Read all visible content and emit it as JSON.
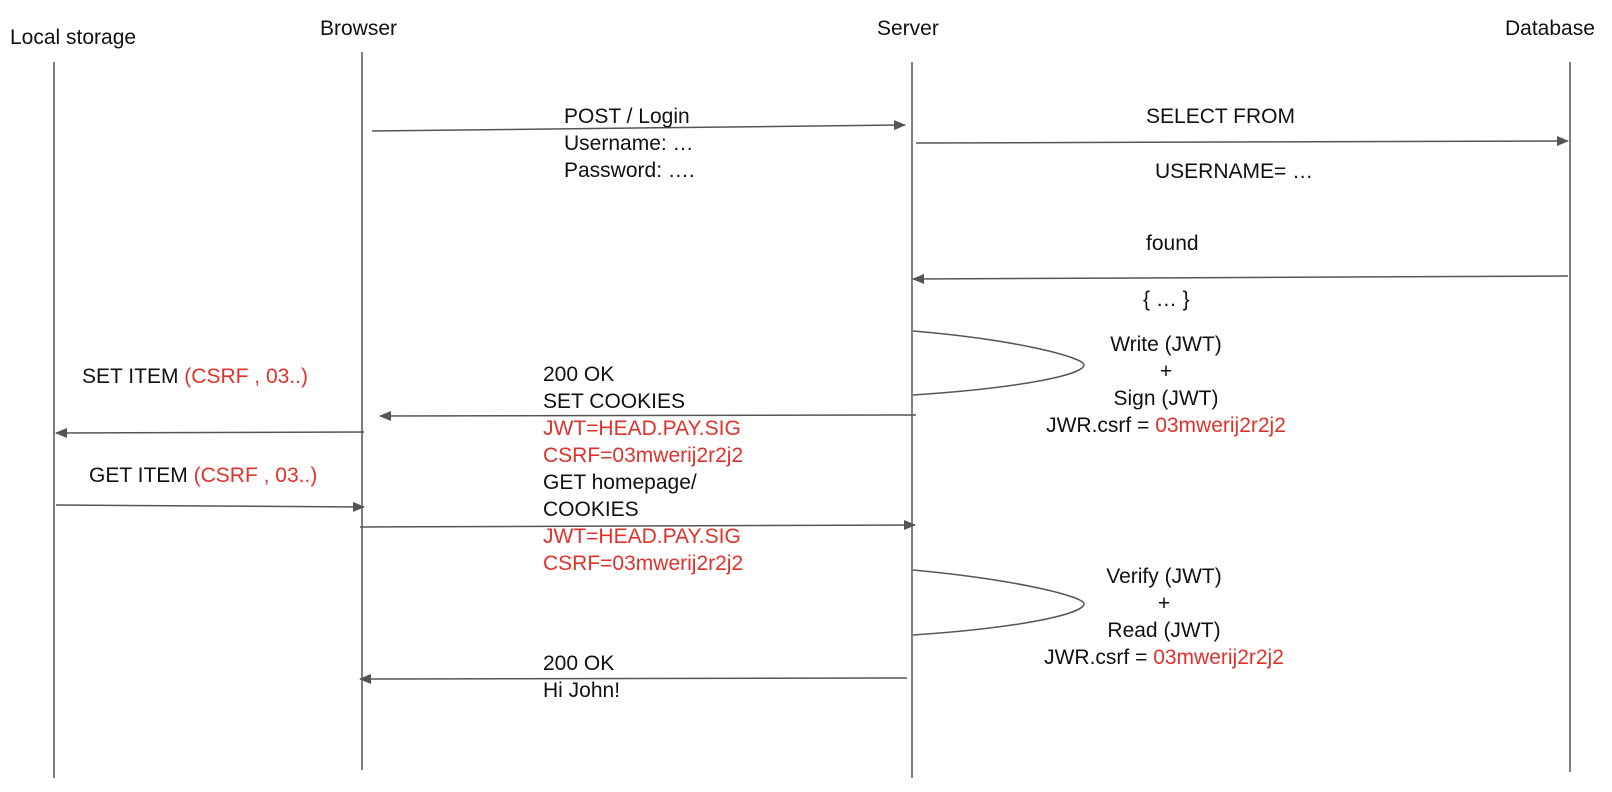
{
  "colors": {
    "line": "#555555",
    "text": "#111111",
    "highlight": "#e0322b",
    "background": "#ffffff"
  },
  "lifelines": {
    "local_storage": "Local storage",
    "browser": "Browser",
    "server": "Server",
    "database": "Database"
  },
  "messages": {
    "login": [
      "POST / Login",
      "Username: …",
      "Password: …."
    ],
    "select_from": "SELECT FROM",
    "username_eq": "USERNAME= …",
    "found": "found",
    "found_obj": "{ … }",
    "write_sign": {
      "write": "Write (JWT)",
      "plus": "+",
      "sign": "Sign (JWT)",
      "csrf_prefix": "JWR.csrf = ",
      "csrf_value": "03mwerij2r2j2"
    },
    "set_item": {
      "label": "SET ITEM ",
      "value": "(CSRF , 03..)"
    },
    "response1": {
      "status": "200 OK",
      "set_cookies": "SET COOKIES",
      "jwt": "JWT=HEAD.PAY.SIG",
      "csrf": "CSRF=03mwerij2r2j2"
    },
    "get_item": {
      "label": "GET ITEM ",
      "value": "(CSRF , 03..)"
    },
    "request2": {
      "get": "GET homepage/",
      "cookies": "COOKIES",
      "jwt": "JWT=HEAD.PAY.SIG",
      "csrf": "CSRF=03mwerij2r2j2"
    },
    "verify_read": {
      "verify": "Verify (JWT)",
      "plus": "+",
      "read": "Read (JWT)",
      "csrf_prefix": "JWR.csrf = ",
      "csrf_value": "03mwerij2r2j2"
    },
    "response2": {
      "status": "200 OK",
      "greeting": "Hi John!"
    }
  }
}
